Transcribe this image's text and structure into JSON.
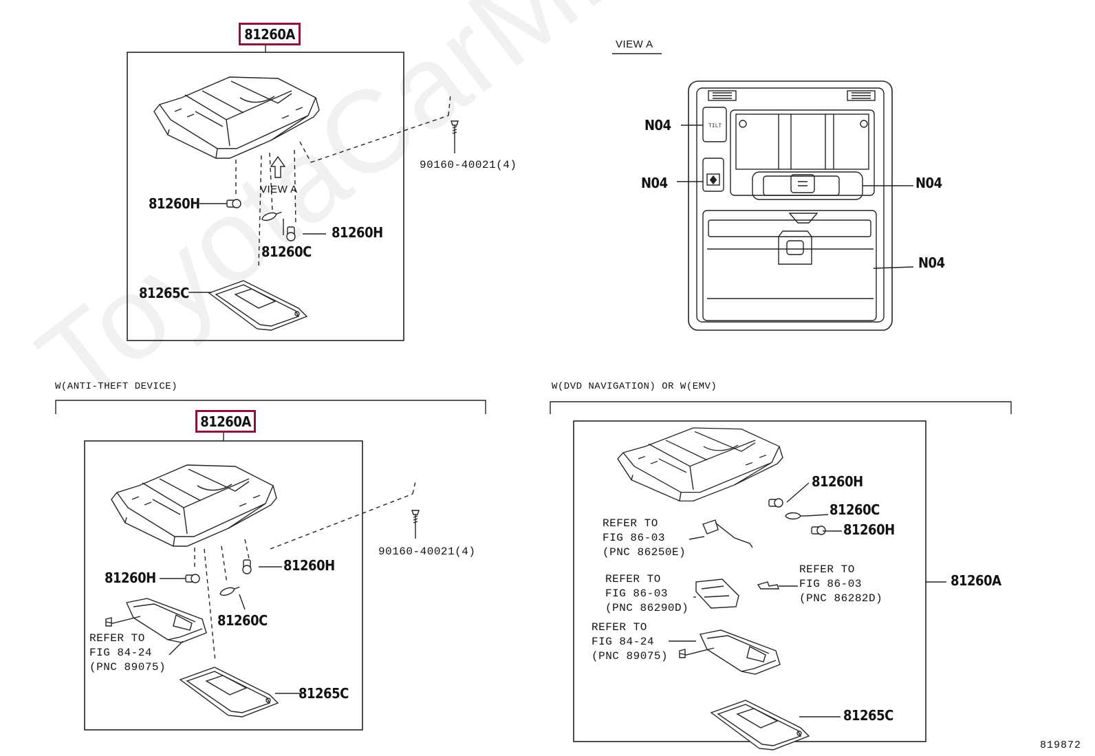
{
  "watermark": "ToyotaCarMine.ru",
  "main": {
    "assembly_label": "81260A",
    "screw_label": "90160-40021(4)",
    "bulb_left_label": "81260H",
    "bulb_right_label": "81260H",
    "bulb_center_label": "81260C",
    "lens_label": "81265C",
    "view_marker": "VIEW A"
  },
  "view_a": {
    "title": "VIEW A",
    "switch_top_left": "N04",
    "switch_mid_left": "N04",
    "switch_mid_right": "N04",
    "lens_right": "N04",
    "button_text": "TILT"
  },
  "anti_theft": {
    "section_title": "W(ANTI-THEFT DEVICE)",
    "assembly_label": "81260A",
    "screw_label": "90160-40021(4)",
    "bulb_left_label": "81260H",
    "bulb_right_label": "81260H",
    "bulb_center_label": "81260C",
    "lens_label": "81265C",
    "refer_text": "REFER TO\nFIG 84-24\n(PNC 89075)"
  },
  "dvd_nav": {
    "section_title": "W(DVD NAVIGATION) OR W(EMV)",
    "assembly_label": "81260A",
    "bulb_top_label": "81260H",
    "bulb_center_label": "81260C",
    "bulb_lower_label": "81260H",
    "lens_label": "81265C",
    "refer_86250e": "REFER TO\nFIG 86-03\n(PNC 86250E)",
    "refer_86290d": "REFER TO\nFIG 86-03\n(PNC 86290D)",
    "refer_86282d": "REFER TO\nFIG 86-03\n(PNC 86282D)",
    "refer_89075": "REFER TO\nFIG 84-24\n(PNC 89075)"
  },
  "illustration_number": "819872"
}
